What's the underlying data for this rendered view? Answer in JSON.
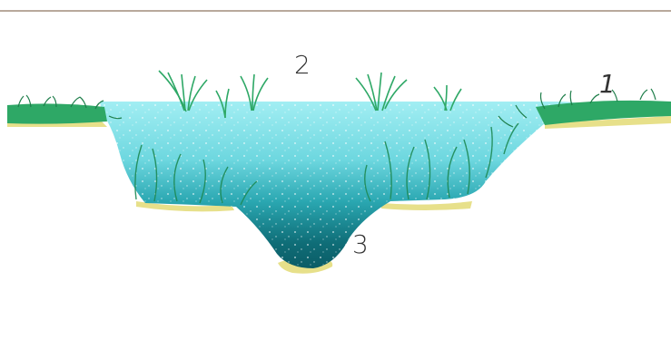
{
  "labels": {
    "zone_1": "1",
    "zone_2": "2",
    "zone_3": "3"
  },
  "colors": {
    "water_surface": "#8ee6ee",
    "water_mid": "#4cc6cf",
    "water_deep": "#0f6d77",
    "grass": "#2ea866",
    "grass_dark": "#1e7e4a",
    "sediment": "#e7e08a",
    "rule": "#b8a99c"
  }
}
